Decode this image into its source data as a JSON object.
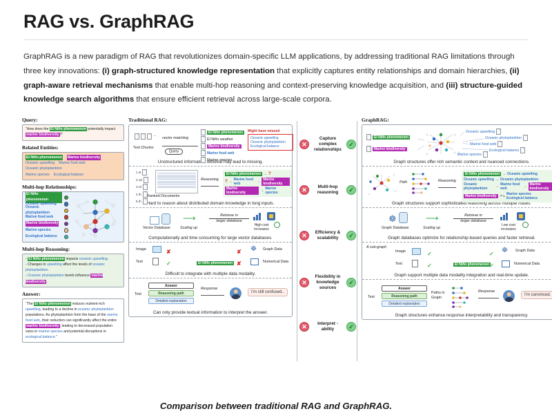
{
  "header": {
    "title": "RAG vs. GraphRAG",
    "intro_parts": [
      {
        "text": "GraphRAG is a new paradigm of RAG that revolutionizes domain-specific LLM applications, by addressing traditional RAG limitations through three key innovations: ",
        "bold": false
      },
      {
        "text": "(i) graph-structured knowledge representation",
        "bold": true
      },
      {
        "text": " that explicitly captures entity relationships and domain hierarchies, ",
        "bold": false
      },
      {
        "text": "(ii) graph-aware retrieval mechanisms",
        "bold": true
      },
      {
        "text": " that enable multi-hop reasoning and context-preserving knowledge acquisition, and ",
        "bold": false
      },
      {
        "text": "(iii) structure-guided knowledge search algorithms",
        "bold": true
      },
      {
        "text": " that ensure efficient retrieval across large-scale corpora.",
        "bold": false
      }
    ]
  },
  "figure": {
    "caption": "Comparison between traditional RAG and GraphRAG.",
    "left": {
      "query": {
        "heading": "Query:",
        "text_before": "“How does the ",
        "entity_a": "El Niño phenomenon",
        "text_mid": " potentially impact ",
        "entity_b": "marine biodiversity",
        "text_after": "?”"
      },
      "entities": {
        "heading": "Related Entities:",
        "items": [
          "El Niño phenomenon",
          "Marine biodiversity",
          "Oceanic upwelling",
          "Marine food web",
          "Oceanic phytoplankton",
          "Marine species",
          "Ecological balance"
        ]
      },
      "relationships": {
        "heading": "Multi-hop Relationships:",
        "legend": [
          {
            "label": "El Niño phenomenon",
            "color": "#2e9a3e",
            "style": "green-chip"
          },
          {
            "label": "Oceanic upwelling",
            "color": "#2f6fc4",
            "style": "blue-text"
          },
          {
            "label": "Oceanic phytoplankton",
            "color": "#e8b521",
            "style": "blue-text"
          },
          {
            "label": "Marine food web",
            "color": "#d0342c",
            "style": "blue-text"
          },
          {
            "label": "Marine biodiversity",
            "color": "#7b2fa8",
            "style": "purple-chip"
          },
          {
            "label": "Marine species",
            "color": "#f3bb8c",
            "style": "blue-text"
          },
          {
            "label": "Ecological balance",
            "color": "#35b7b7",
            "style": "blue-text"
          }
        ]
      },
      "reasoning": {
        "heading": "Multi-hop Reasoning:",
        "lines": [
          "- El Niño phenomenon impacts oceanic upwelling.",
          "- Changes in upwelling affect the levels of oceanic phytoplankton.",
          "- Oceanic phytoplankton levels influence marine biodiversity."
        ]
      },
      "answer": {
        "heading": "Answer:",
        "text": "“The El Niño phenomenon reduces nutrient-rich upwelling, leading to a decline in oceanic phytoplankton populations. As phytoplankton form the base of the marine food web, their reduction can significantly affect the entire marine biodiversity, leading to decreased population sizes in marine species and potential disruptions in ecological balance.”"
      }
    },
    "traditional": {
      "heading": "Traditional RAG:",
      "rows": [
        {
          "caption": "Unstructured information retrieval may lead to missing.",
          "labels": {
            "chunks": "Text Chunks",
            "match": "vector matching",
            "query_btn": "Query",
            "missed_title": "Might have missed"
          },
          "retrieved": [
            "El Niño phenomenon",
            "El Niño weather",
            "Marine biodiversity",
            "Marine food web",
            "Marine species"
          ],
          "missed": [
            "Oceanic upwelling",
            "Oceanic phytoplankton",
            "Ecological balance"
          ]
        },
        {
          "caption": "Hard to reason about distributed domain knowledge in long inputs.",
          "labels": {
            "ranked": "Ranked Documents",
            "reasoning": "Reasoning"
          },
          "ranks": [
            "1 st",
            "2 nd",
            "3 rd",
            "4 th",
            "5 th"
          ],
          "chains": [
            "El Niño phenomenon → ?",
            "? → Marine food web → Marine biodiversity",
            "Marine biodiversity → Marine species"
          ]
        },
        {
          "caption": "Computationally and time consuming for large vector databases.",
          "labels": {
            "db": "Vector Database",
            "scaling": "Scaling up",
            "retrieve": "Retrieve in larger database",
            "cost": "High cost increases"
          }
        },
        {
          "caption": "Difficult to integrate with multiple data modality.",
          "labels": {
            "image": "Image",
            "text": "Text",
            "graph": "Graph Data",
            "numerical": "Numerical Data",
            "entity": "El Niño phenomenon"
          }
        },
        {
          "caption": "Can only provide textual information to interpret the answer.",
          "labels": {
            "text": "Text",
            "answer": "Answer",
            "path": "Reasoning path",
            "detail": "Detailed explanation",
            "response": "Response",
            "bubble": "I’m still confused.."
          }
        }
      ]
    },
    "comparison": {
      "items": [
        {
          "label": "Capture complex relationships",
          "left": "✕",
          "right": "✓"
        },
        {
          "label": "Multi-hop reasoning",
          "left": "✕",
          "right": "✓"
        },
        {
          "label": "Efficiency & scalability",
          "left": "✕",
          "right": "✓"
        },
        {
          "label": "Flexibility in knowledge sources",
          "left": "✕",
          "right": "✓"
        },
        {
          "label": "Interpret -ability",
          "left": "✕",
          "right": "✓"
        }
      ],
      "colors": {
        "negative": "#e05b6b",
        "positive": "#7fd18a"
      }
    },
    "graphrag": {
      "heading": "GraphRAG:",
      "rows": [
        {
          "caption": "Graph structures offer rich semantic context and nuanced connections.",
          "seeds": [
            "El Niño phenomenon",
            "Marine biodiversity"
          ],
          "targets": [
            "Oceanic upwelling",
            "Oceanic phytoplankton",
            "Marine food web",
            "Ecological balance",
            "Marine species"
          ]
        },
        {
          "caption": "Graph structures support sophisticated reasoning across multiple nodes.",
          "labels": {
            "path": "Path",
            "reasoning": "Reasoning"
          },
          "chains": [
            "El Niño phenomenon → Oceanic upwelling",
            "Oceanic upwelling → Oceanic phytoplankton",
            "Oceanic phytoplankton → Marine food web → Marine biodiversity",
            "Marine biodiversity → Marine species / Ecological balance"
          ]
        },
        {
          "caption": "Graph databases optimize for relationship-based queries and faster retrieval.",
          "labels": {
            "db": "Graph Database",
            "scaling": "Scaling up",
            "retrieve": "Retrieve in larger database",
            "cost": "Low cost increases"
          }
        },
        {
          "caption": "Graph support multiple data modality integration and real-time update.",
          "labels": {
            "subgraph": "A sub-graph",
            "image": "Image",
            "text": "Text",
            "graph": "Graph Data",
            "numerical": "Numerical Data",
            "entity": "El Niño phenomenon"
          }
        },
        {
          "caption": "Graph structures enhance response interpretability and transparency.",
          "labels": {
            "text": "Text",
            "answer": "Answer",
            "path": "Reasoning path",
            "detail": "Detailed explanation",
            "paths_graph": "Paths in Graph",
            "response": "Response",
            "bubble": "I’m convinced."
          }
        }
      ]
    }
  }
}
